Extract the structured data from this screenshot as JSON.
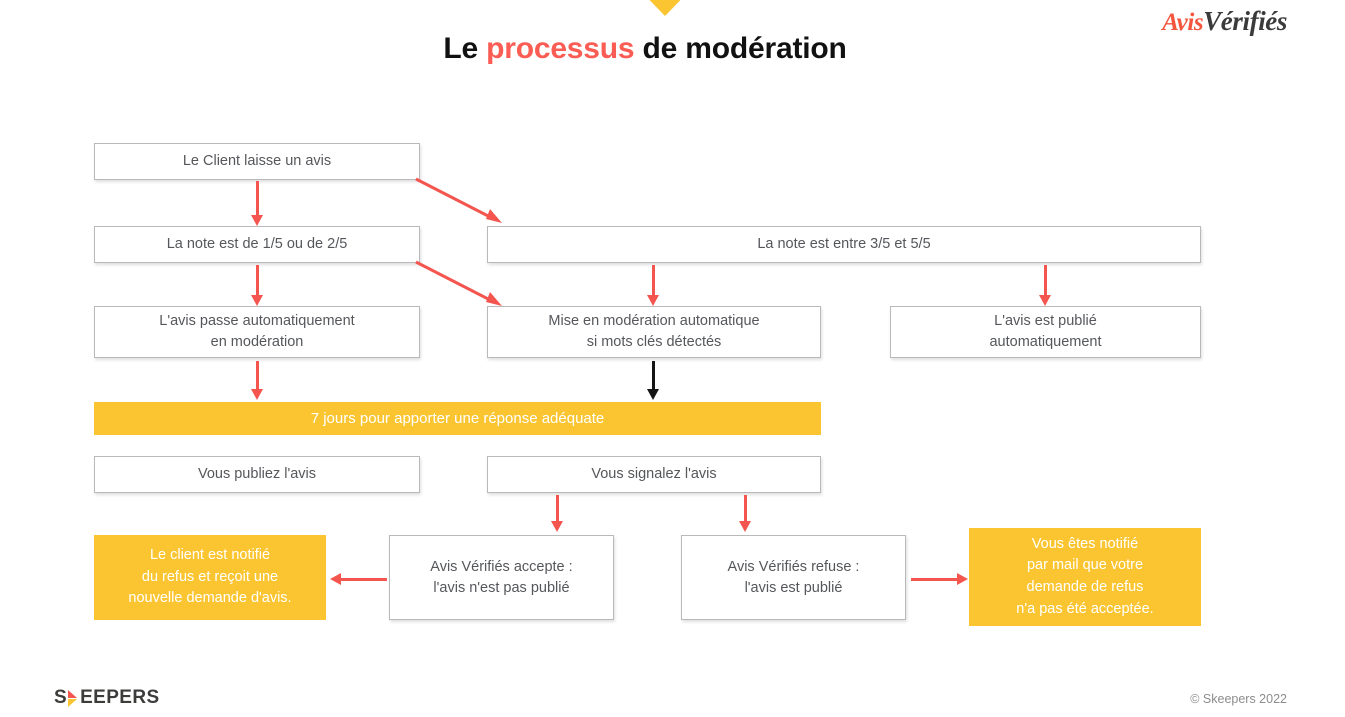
{
  "brand": {
    "logo_part1": "Avis",
    "logo_part2": "Vérifiés",
    "accent_red": "#f4553d",
    "accent_dark": "#3b3b3b"
  },
  "header": {
    "title_part1": "Le ",
    "title_highlight": "processus",
    "title_part2": " de modération",
    "highlight_color": "#fb5c54"
  },
  "colors": {
    "accent_yellow": "#fbc531",
    "arrow_red": "#f4564f",
    "arrow_black": "#151515",
    "box_border": "#b9b9b9",
    "box_text": "#55575b"
  },
  "flow": {
    "nodes": [
      {
        "id": "client-leaves-review",
        "label": "Le Client laisse un avis",
        "style": "plain"
      },
      {
        "id": "rating-low",
        "label": "La note est de 1/5 ou de 2/5",
        "style": "plain"
      },
      {
        "id": "rating-high",
        "label": "La note est entre 3/5 et 5/5",
        "style": "plain"
      },
      {
        "id": "auto-moderation",
        "label": "L'avis passe automatiquement\nen modération",
        "style": "plain"
      },
      {
        "id": "keyword-moderation",
        "label": "Mise en modération automatique\nsi mots clés détectés",
        "style": "plain"
      },
      {
        "id": "auto-published",
        "label": "L'avis est publié\nautomatiquement",
        "style": "plain"
      },
      {
        "id": "seven-days-banner",
        "label": "7 jours pour apporter une réponse adéquate",
        "style": "accent"
      },
      {
        "id": "you-publish-review",
        "label": "Vous publiez l'avis",
        "style": "plain"
      },
      {
        "id": "you-report-review",
        "label": "Vous signalez l'avis",
        "style": "plain"
      },
      {
        "id": "client-notified-refusal",
        "label": "Le client est notifié\ndu refus et reçoit une\nnouvelle demande d'avis.",
        "style": "accent"
      },
      {
        "id": "av-accepts",
        "label": "Avis Vérifiés accepte :\nl'avis n'est pas publié",
        "style": "plain"
      },
      {
        "id": "av-refuses",
        "label": "Avis Vérifiés refuse :\nl'avis est publié",
        "style": "plain"
      },
      {
        "id": "you-notified-by-mail",
        "label": "Vous êtes notifié\npar mail que votre\ndemande de refus\nn'a pas été acceptée.",
        "style": "accent"
      }
    ]
  },
  "footer": {
    "logo_pre": "S",
    "logo_post": "EEPERS",
    "copyright": "© Skeepers 2022"
  }
}
